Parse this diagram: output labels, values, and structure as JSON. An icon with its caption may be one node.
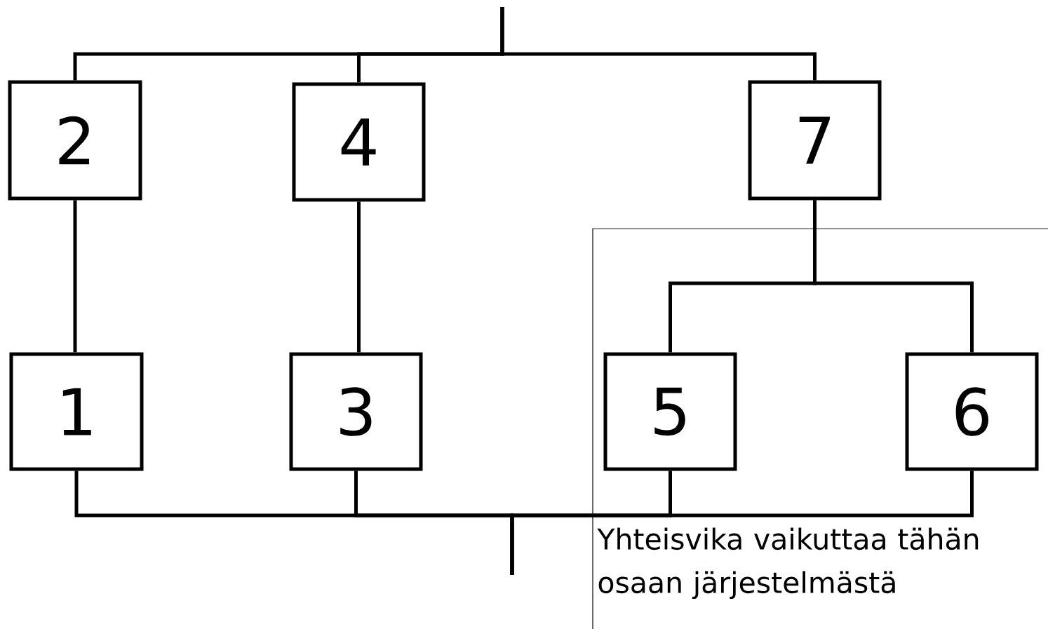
{
  "diagram": {
    "nodes": [
      {
        "text": [
          "2"
        ]
      },
      {
        "text": [
          "4"
        ]
      },
      {
        "text": [
          "7"
        ]
      },
      {
        "text": [
          "Yhteisvika vaikuttaa tähän osaan järjestelmästä"
        ]
      },
      {
        "text": [
          "1"
        ]
      },
      {
        "text": [
          "3"
        ]
      },
      {
        "text": [
          "5"
        ],
        "in": 3
      },
      {
        "text": [
          "6"
        ],
        "in": 3
      }
    ],
    "edges": [
      {
        "from": null,
        "to": 0,
        "arrow": "none"
      },
      {
        "from": null,
        "to": 1,
        "arrow": "none"
      },
      {
        "from": null,
        "to": 2,
        "arrow": "none"
      },
      {
        "from": 0,
        "to": 4,
        "arrow": "none"
      },
      {
        "from": 1,
        "to": 5,
        "arrow": "none"
      },
      {
        "from": 2,
        "to": 6,
        "arrow": "none"
      },
      {
        "from": 2,
        "to": 7,
        "arrow": "none"
      },
      {
        "from": 4,
        "to": null,
        "arrow": "none"
      },
      {
        "from": 5,
        "to": null,
        "arrow": "none"
      },
      {
        "from": 6,
        "to": null,
        "arrow": "none"
      },
      {
        "from": 7,
        "to": null,
        "arrow": "none"
      }
    ]
  }
}
